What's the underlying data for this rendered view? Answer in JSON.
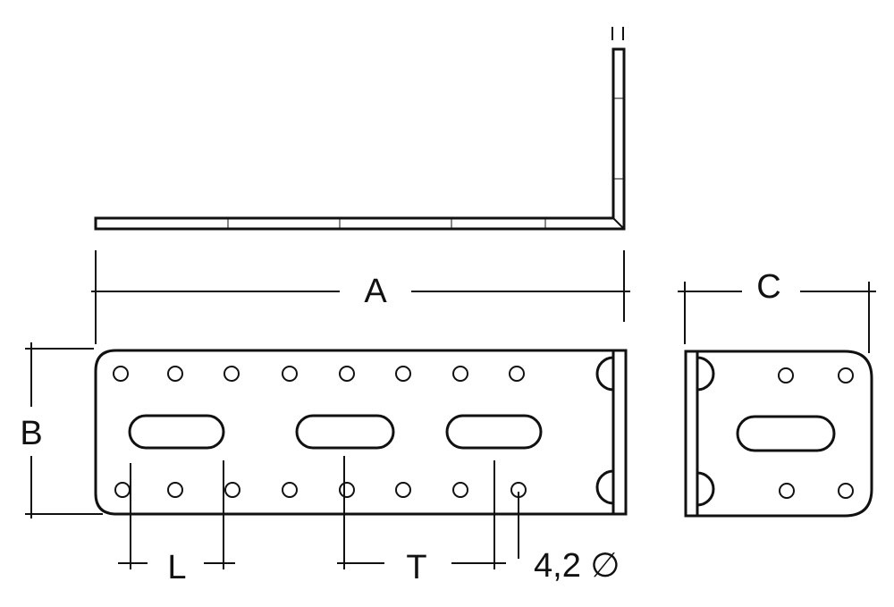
{
  "labels": {
    "a": "A",
    "b": "B",
    "c": "C",
    "l": "L",
    "t": "T",
    "hole_diameter": "4,2 ∅"
  },
  "colors": {
    "line": "#111111",
    "background": "#ffffff"
  }
}
